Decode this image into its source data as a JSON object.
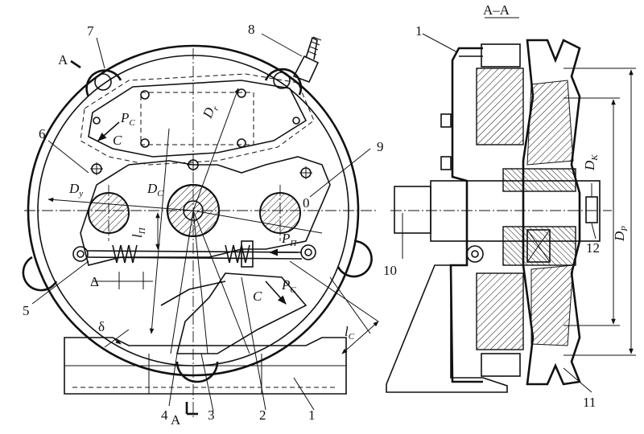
{
  "section_title": "A–A",
  "parts": {
    "p1_left": "1",
    "p2": "2",
    "p3": "3",
    "p4": "4",
    "p5": "5",
    "p6": "6",
    "p7": "7",
    "p8": "8",
    "p9": "9",
    "p1_right": "1",
    "p10": "10",
    "p11": "11",
    "p12": "12"
  },
  "dimensions": {
    "Dy": {
      "main": "D",
      "sub": "y"
    },
    "Dc": {
      "main": "D",
      "sub": "C"
    },
    "Dr": {
      "main": "D",
      "sub": "r"
    },
    "Pc_top": {
      "main": "P",
      "sub": "C"
    },
    "Pc_bottom": {
      "main": "P",
      "sub": "C"
    },
    "Pp": {
      "main": "P",
      "sub": "П"
    },
    "lp": {
      "main": "l",
      "sub": "П"
    },
    "lc": {
      "main": "l",
      "sub": "C"
    },
    "Dk": {
      "main": "D",
      "sub": "K"
    },
    "Dp": {
      "main": "D",
      "sub": "P"
    }
  },
  "symbols": {
    "C_top": "C",
    "C_bottom": "C",
    "delta_lower": "δ",
    "delta_upper": "Δ",
    "section_A_top": "A",
    "section_A_bottom": "A",
    "zero_mark": "0"
  }
}
